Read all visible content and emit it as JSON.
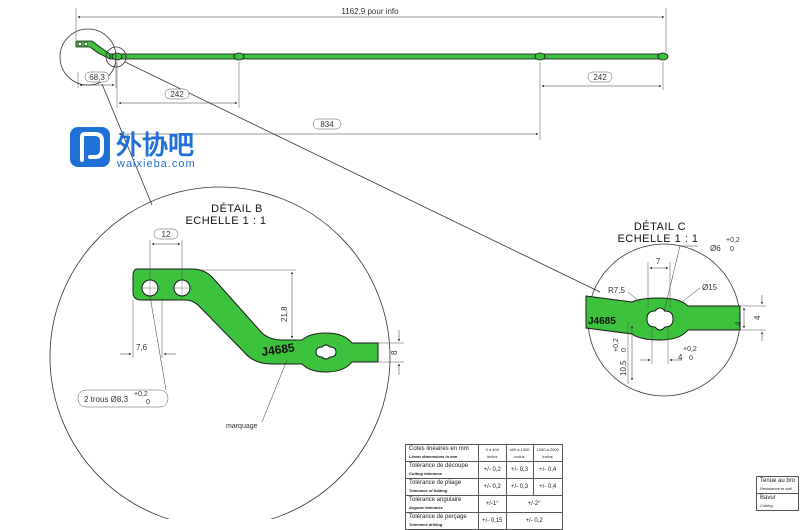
{
  "overview": {
    "total_length": "1162,9 pour info",
    "dim_68": "68,3",
    "dim_242_left": "242",
    "dim_242_right": "242",
    "dim_834": "834"
  },
  "watermark": {
    "chinese": "外协吧",
    "url": "waixieba.com"
  },
  "detail_b": {
    "title": "DÉTAIL B",
    "scale": "ECHELLE 1 : 1",
    "part_number": "J4685",
    "dim_12": "12",
    "dim_21_8": "21,8",
    "dim_7_6": "7,6",
    "dim_8": "8",
    "holes_note": "2 trous Ø8,3",
    "tol_plus": "+0,2",
    "tol_zero": "0",
    "marking_label": "marquage"
  },
  "detail_c": {
    "title": "DÉTAIL C",
    "scale": "ECHELLE 1 : 1",
    "part_number": "J4685",
    "dim_7": "7",
    "dim_r7_5": "R7,5",
    "dim_15": "Ø15",
    "dim_6": "Ø6",
    "dim_6_tol_plus": "+0,2",
    "dim_6_tol_zero": "0",
    "dim_4_right": "4",
    "dim_4_side": "4",
    "dim_10_5": "10,5",
    "dim_10_5_tol_plus": "+0,2",
    "dim_10_5_tol_zero": "0",
    "dim_4_0": "4",
    "dim_4_0_tol_plus": "+0,2",
    "dim_4_0_tol_zero": "0"
  },
  "tolerance_table": {
    "header": {
      "label": "Cotes linéaires en mm",
      "label_en": "Linear dimensions in mm",
      "col1": "0 à 400",
      "col1_en": "inclus",
      "col2": "400 à 1000",
      "col2_en": "inclus",
      "col3": "1000 à 2000",
      "col3_en": "inclus"
    },
    "rows": [
      {
        "label": "Tolérance de découpe",
        "label_en": "Cutting tolerance",
        "c1": "+/- 0,2",
        "c2": "+/- 0,3",
        "c3": "+/- 0,4"
      },
      {
        "label": "Tolérance de pliage",
        "label_en": "Tolerance of folding",
        "c1": "+/- 0,2",
        "c2": "+/- 0,3",
        "c3": "+/- 0,4"
      },
      {
        "label": "Tolérance angulaire",
        "label_en": "Angular tolerance",
        "c1": "+/-1°",
        "c23": "+/-2°"
      },
      {
        "label": "Tolérance de perçage",
        "label_en": "Tolerance drilling",
        "c1": "+/- 0,15",
        "c23": "+/- 0,2"
      }
    ]
  },
  "side_table": {
    "row1": "Tenue au bro",
    "row1_en": "Resistance to salt",
    "row2": "Bavur",
    "row2_en": "Cutting"
  },
  "colors": {
    "part_green": "#3cc23c",
    "outline": "#1a1a1a",
    "watermark_blue": "#1e6fd6"
  }
}
